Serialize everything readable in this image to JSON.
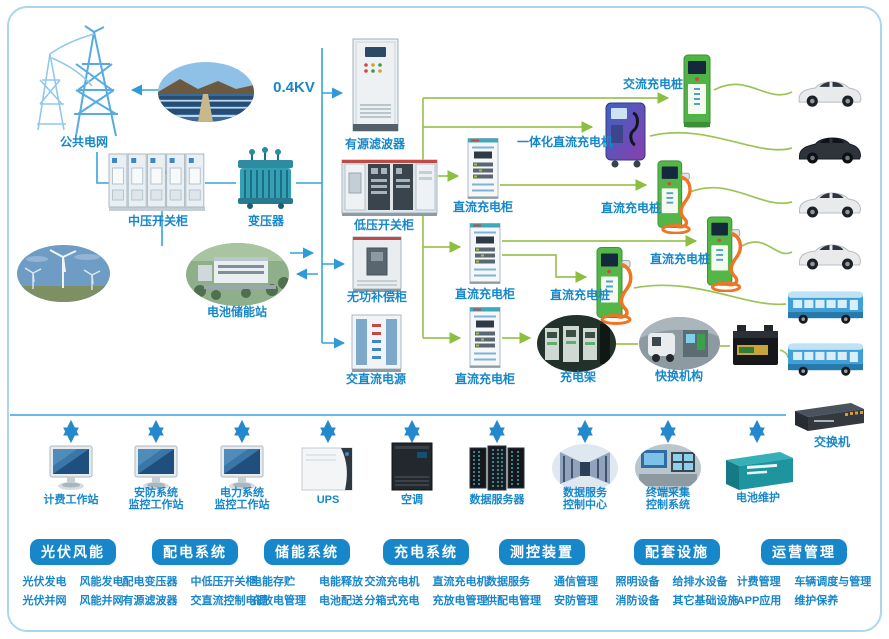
{
  "colors": {
    "accent_blue": "#1787c9",
    "line_blue": "#35a3dc",
    "line_green": "#9cc454",
    "pill_bg": "#1787c9"
  },
  "diagram": {
    "voltage": "0.4KV",
    "labels": {
      "public_grid": "公共电网",
      "mv_switchgear": "中压开关柜",
      "transformer": "变压器",
      "storage_station": "电池储能站",
      "active_filter": "有源滤波器",
      "lv_switchgear": "低压开关柜",
      "reactive_comp": "无功补偿柜",
      "acdc_power": "交直流电源",
      "dc_cabinet": "直流充电柜",
      "ac_pile": "交流充电桩",
      "integrated_charger": "一体化直流充电机",
      "dc_pile": "直流充电桩",
      "charging_rack": "充电架",
      "swap_mechanism": "快换机构",
      "network_switch": "交换机",
      "battery_maintenance": "电池维护"
    },
    "workstations": [
      {
        "lines": [
          "计费工作站"
        ]
      },
      {
        "lines": [
          "安防系统",
          "监控工作站"
        ]
      },
      {
        "lines": [
          "电力系统",
          "监控工作站"
        ]
      },
      {
        "lines": [
          "UPS"
        ]
      },
      {
        "lines": [
          "空调"
        ]
      },
      {
        "lines": [
          "数据服务器"
        ]
      },
      {
        "lines": [
          "数据服务",
          "控制中心"
        ]
      },
      {
        "lines": [
          "终端采集",
          "控制系统"
        ]
      }
    ]
  },
  "categories": [
    {
      "title": "光伏风能",
      "rows": [
        [
          "光伏发电",
          "风能发电"
        ],
        [
          "光伏并网",
          "风能并网"
        ]
      ]
    },
    {
      "title": "配电系统",
      "rows": [
        [
          "配电变压器",
          "中低压开关柜"
        ],
        [
          "有源滤波器",
          "交直流控制电源"
        ]
      ]
    },
    {
      "title": "储能系统",
      "rows": [
        [
          "电能存贮",
          "电能释放"
        ],
        [
          "充放电管理",
          "电池配送"
        ]
      ]
    },
    {
      "title": "充电系统",
      "rows": [
        [
          "交流充电机",
          "直流充电机"
        ],
        [
          "分箱式充电",
          "充放电管理"
        ]
      ]
    },
    {
      "title": "测控装置",
      "rows": [
        [
          "数据服务",
          "通信管理"
        ],
        [
          "供配电管理",
          "安防管理"
        ]
      ]
    },
    {
      "title": "配套设施",
      "rows": [
        [
          "照明设备",
          "给排水设备"
        ],
        [
          "消防设备",
          "其它基础设施"
        ]
      ]
    },
    {
      "title": "运营管理",
      "rows": [
        [
          "计费管理",
          "车辆调度与管理"
        ],
        [
          "APP应用",
          "维护保养"
        ]
      ]
    }
  ]
}
